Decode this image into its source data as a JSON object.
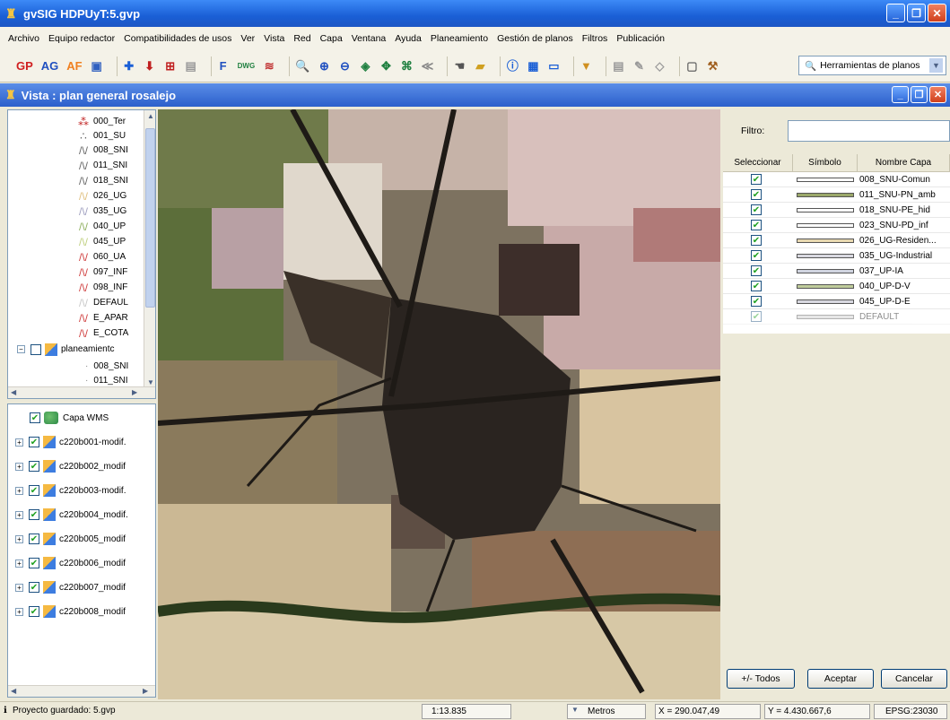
{
  "window": {
    "title": "gvSIG HDPUyT:5.gvp"
  },
  "menu": [
    "Archivo",
    "Equipo redactor",
    "Compatibilidades de usos",
    "Ver",
    "Vista",
    "Red",
    "Capa",
    "Ventana",
    "Ayuda",
    "Planeamiento",
    "Gestión de planos",
    "Filtros",
    "Publicación"
  ],
  "toolbar": {
    "gp": "GP",
    "ag": "AG",
    "af": "AF",
    "dwg": "DWG",
    "tool_dropdown": "Herramientas de planos"
  },
  "view": {
    "title": "Vista : plan general rosalejo"
  },
  "toc": {
    "items": [
      "000_Ter",
      "001_SU",
      "008_SNI",
      "011_SNI",
      "018_SNI",
      "026_UG",
      "035_UG",
      "040_UP",
      "045_UP",
      "060_UA",
      "097_INF",
      "098_INF",
      "DEFAUL",
      "E_APAR",
      "E_COTA"
    ],
    "group": "planeamientc",
    "sub_items": [
      "008_SNI",
      "011_SNI"
    ]
  },
  "layers": {
    "wms": "Capa WMS",
    "items": [
      "c220b001-modif.",
      "c220b002_modif",
      "c220b003-modif.",
      "c220b004_modif.",
      "c220b005_modif",
      "c220b006_modif",
      "c220b007_modif",
      "c220b008_modif"
    ]
  },
  "filter_panel": {
    "filter_label": "Filtro:",
    "columns": [
      "Seleccionar",
      "Símbolo",
      "Nombre Capa"
    ],
    "rows": [
      {
        "name": "008_SNU-Comun",
        "color": "#ffffff",
        "checked": true
      },
      {
        "name": "011_SNU-PN_amb",
        "color": "#9aa86a",
        "checked": true
      },
      {
        "name": "018_SNU-PE_hid",
        "color": "#ffffff",
        "checked": true
      },
      {
        "name": "023_SNU-PD_inf",
        "color": "#ffffff",
        "checked": true
      },
      {
        "name": "026_UG-Residen...",
        "color": "#e8d8b0",
        "checked": true
      },
      {
        "name": "035_UG-Industrial",
        "color": "#d8d8e0",
        "checked": true
      },
      {
        "name": "037_UP-IA",
        "color": "#d0d4e0",
        "checked": true
      },
      {
        "name": "040_UP-D-V",
        "color": "#c0cc9c",
        "checked": true
      },
      {
        "name": "045_UP-D-E",
        "color": "#d8d8e0",
        "checked": true
      },
      {
        "name": "DEFAULT",
        "color": "#c8c8c8",
        "checked": true
      }
    ],
    "btn_all": "+/- Todos",
    "btn_ok": "Aceptar",
    "btn_cancel": "Cancelar"
  },
  "status": {
    "message": "Proyecto guardado: 5.gvp",
    "scale": "1:13.835",
    "units": "Metros",
    "x": "X = 290.047,49",
    "y": "Y = 4.430.667,6",
    "epsg": "EPSG:23030"
  }
}
